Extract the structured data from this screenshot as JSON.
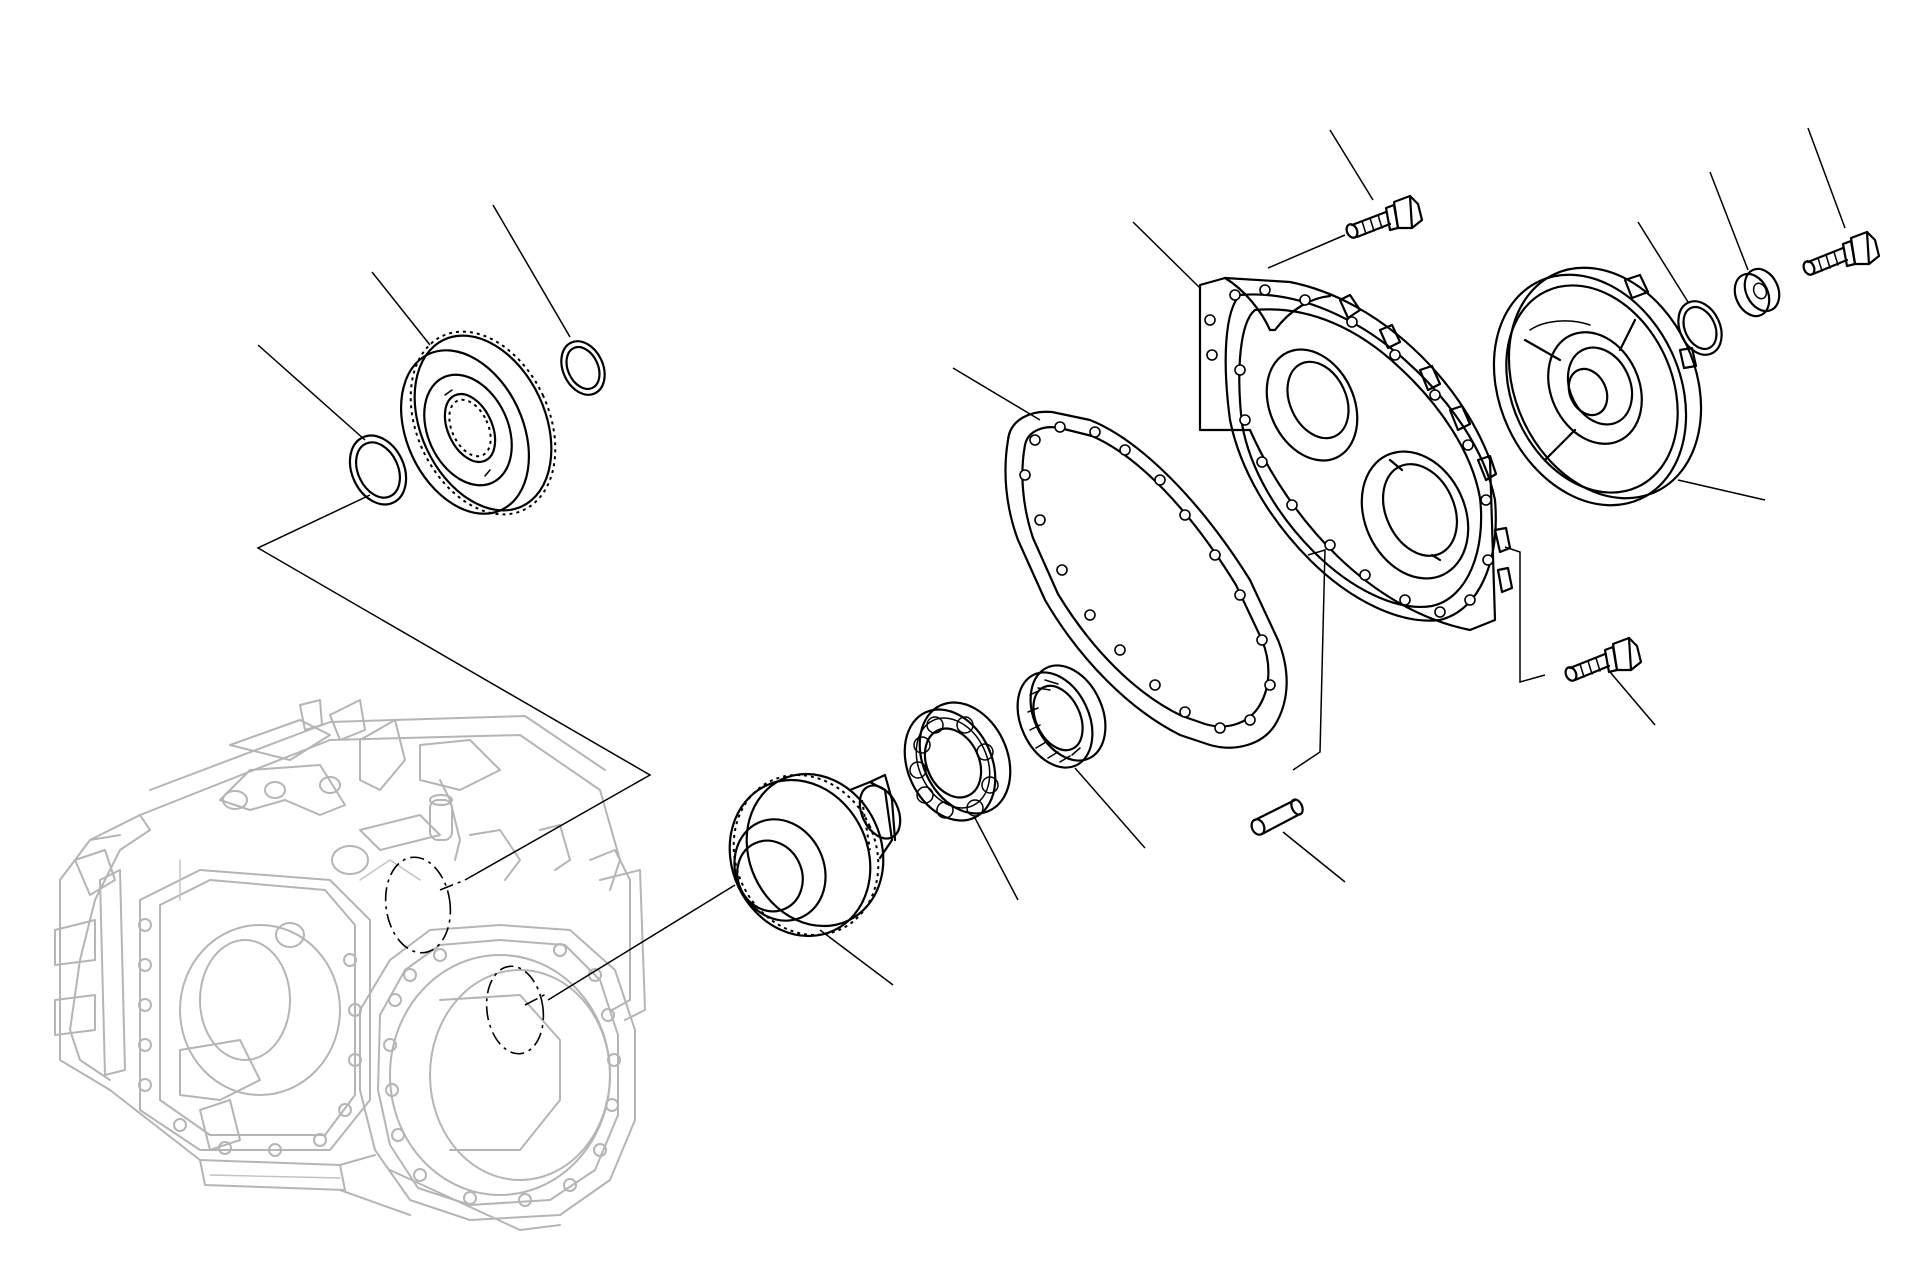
{
  "diagram": {
    "colors": {
      "ink": "#000000",
      "ghost": "#b5b5b5",
      "background": "#ffffff"
    },
    "parts": [
      {
        "name": "transmission-housing",
        "style": "phantom"
      },
      {
        "name": "snap-ring-left"
      },
      {
        "name": "gear-sleeve"
      },
      {
        "name": "snap-ring-upper"
      },
      {
        "name": "gasket"
      },
      {
        "name": "cover-plate"
      },
      {
        "name": "bolt-top"
      },
      {
        "name": "bell-cover"
      },
      {
        "name": "o-ring"
      },
      {
        "name": "washer"
      },
      {
        "name": "bolt-top-right"
      },
      {
        "name": "bolt-right"
      },
      {
        "name": "dowel-pin"
      },
      {
        "name": "output-gear-shaft"
      },
      {
        "name": "ball-bearing"
      },
      {
        "name": "roller-bearing"
      }
    ]
  }
}
